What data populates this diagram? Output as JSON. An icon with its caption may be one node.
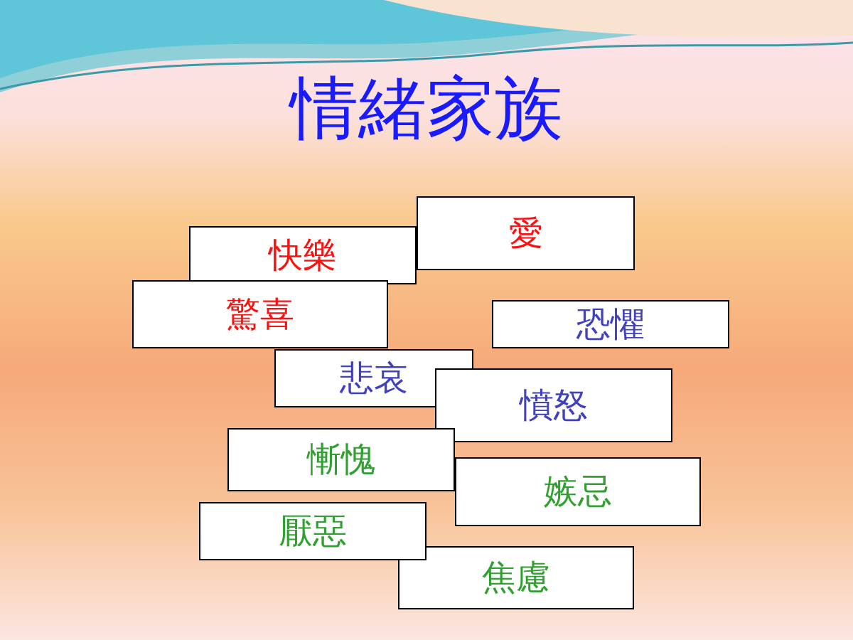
{
  "diagram": {
    "title": "情緒家族",
    "nodes": [
      {
        "text": [
          "愛"
        ]
      },
      {
        "text": [
          "快樂"
        ]
      },
      {
        "text": [
          "驚喜"
        ]
      },
      {
        "text": [
          "恐懼"
        ]
      },
      {
        "text": [
          "悲哀"
        ]
      },
      {
        "text": [
          "憤怒"
        ]
      },
      {
        "text": [
          "慚愧"
        ]
      },
      {
        "text": [
          "嫉忌"
        ]
      },
      {
        "text": [
          "厭惡"
        ]
      },
      {
        "text": [
          "焦慮"
        ]
      }
    ]
  }
}
